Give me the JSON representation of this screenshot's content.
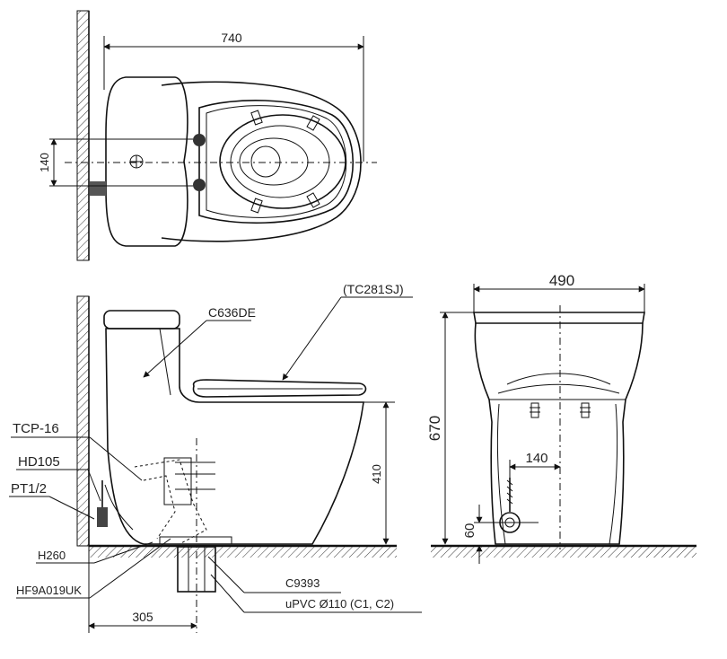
{
  "top_view": {
    "dim_width": "740",
    "dim_supply_spacing": "140"
  },
  "side_view": {
    "labels": {
      "bowl_model": "C636DE",
      "seat_model": "(TC281SJ)",
      "fitting_1": "TCP-16",
      "fitting_2": "HD105",
      "fitting_3": "PT1/2",
      "fitting_4": "H260",
      "fitting_5": "HF9A019UK",
      "flange": "C9393",
      "pipe": "uPVC Ø110 (C1, C2)"
    },
    "dim_seat_height": "410",
    "dim_rough_in": "305"
  },
  "front_view": {
    "dim_width": "490",
    "dim_height": "670",
    "dim_offset": "140",
    "dim_inlet_height": "60"
  }
}
